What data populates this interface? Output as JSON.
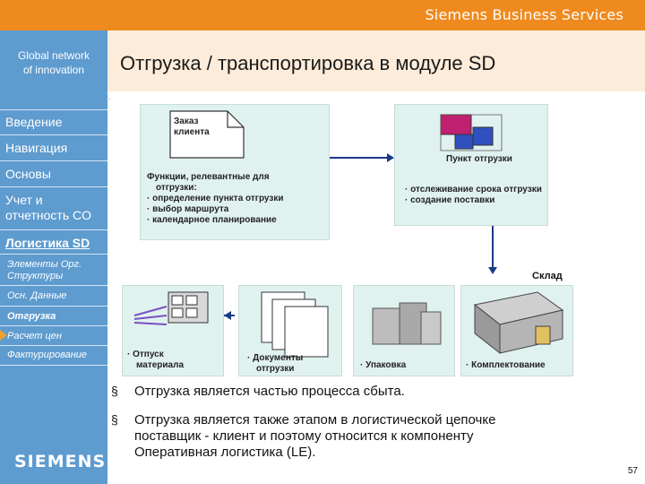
{
  "header": {
    "company": "Siemens Business Services",
    "title": "Отгрузка / транспортировка в модуле SD"
  },
  "sidebar": {
    "tagline_line1": "Global network",
    "tagline_line2": "of innovation",
    "items": [
      {
        "label": "Введение"
      },
      {
        "label": "Навигация"
      },
      {
        "label": "Основы"
      },
      {
        "label_line1": "Учет и",
        "label_line2": "отчетность CO"
      },
      {
        "label": "Логистика SD"
      }
    ],
    "subitems": [
      {
        "label_line1": "Элементы Орг.",
        "label_line2": "Структуры"
      },
      {
        "label": "Осн. Данные"
      },
      {
        "label": "Отгрузка"
      },
      {
        "label": "Расчет цен"
      },
      {
        "label": "Фактурирование"
      }
    ],
    "logo": "SIEMENS"
  },
  "diagram": {
    "order_doc_line1": "Заказ",
    "order_doc_line2": "клиента",
    "functions_title_line1": "Функции, релевантные для",
    "functions_title_line2": "отгрузки:",
    "functions": [
      "определение пункта отгрузки",
      "выбор маршрута",
      "календарное планирование"
    ],
    "shipping_point_label": "Пункт отгрузки",
    "shipping_functions": [
      "отслеживание срока отгрузки",
      "создание поставки"
    ],
    "warehouse_label": "Склад",
    "steps": [
      {
        "label_line1": "Отпуск",
        "label_line2": "материала"
      },
      {
        "label_line1": "Документы",
        "label_line2": "отгрузки"
      },
      {
        "label_line1": "Упаковка",
        "label_line2": ""
      },
      {
        "label_line1": "Комплектование",
        "label_line2": ""
      }
    ],
    "colors": {
      "box": "#e0f2f0",
      "arrow": "#1a3a8a",
      "sidebar": "#5e9bcf",
      "topbar": "#ef8a1f"
    }
  },
  "bullets": {
    "marker": "§",
    "b1_bold": "Отгрузка",
    "b1_rest": " является частью процесса сбыта.",
    "b2_line1": "Отгрузка является также этапом в логистической цепочке",
    "b2_line2": "поставщик - клиент и поэтому относится к компоненту",
    "b2_line3": "Оперативная логистика (LE)."
  },
  "page_number": "57"
}
